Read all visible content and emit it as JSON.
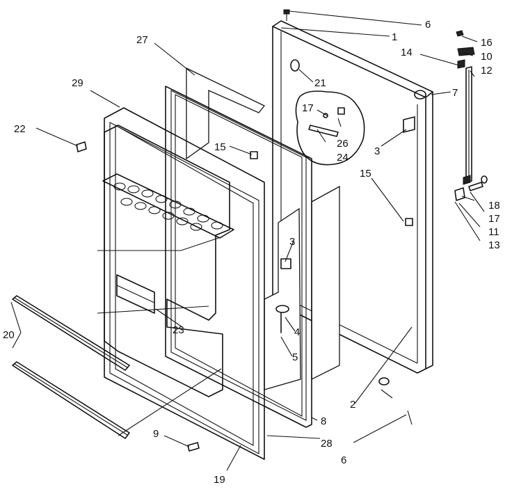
{
  "labels": [
    {
      "id": "l6a",
      "text": "6"
    },
    {
      "id": "l1",
      "text": "1"
    },
    {
      "id": "l27",
      "text": "27"
    },
    {
      "id": "l16",
      "text": "16"
    },
    {
      "id": "l14",
      "text": "14"
    },
    {
      "id": "l10",
      "text": "10"
    },
    {
      "id": "l12",
      "text": "12"
    },
    {
      "id": "l21",
      "text": "21"
    },
    {
      "id": "l7",
      "text": "7"
    },
    {
      "id": "l29",
      "text": "29"
    },
    {
      "id": "l17a",
      "text": "17"
    },
    {
      "id": "l26",
      "text": "26"
    },
    {
      "id": "l24",
      "text": "24"
    },
    {
      "id": "l22",
      "text": "22"
    },
    {
      "id": "l15a",
      "text": "15"
    },
    {
      "id": "l3a",
      "text": "3"
    },
    {
      "id": "l15b",
      "text": "15"
    },
    {
      "id": "l18",
      "text": "18"
    },
    {
      "id": "l17b",
      "text": "17"
    },
    {
      "id": "l11",
      "text": "11"
    },
    {
      "id": "l13",
      "text": "13"
    },
    {
      "id": "l3b",
      "text": "3"
    },
    {
      "id": "l4",
      "text": "4"
    },
    {
      "id": "l23",
      "text": "23"
    },
    {
      "id": "l20",
      "text": "20"
    },
    {
      "id": "l5",
      "text": "5"
    },
    {
      "id": "l2",
      "text": "2"
    },
    {
      "id": "l8",
      "text": "8"
    },
    {
      "id": "l9",
      "text": "9"
    },
    {
      "id": "l28",
      "text": "28"
    },
    {
      "id": "l6b",
      "text": "6"
    },
    {
      "id": "l19",
      "text": "19"
    }
  ]
}
